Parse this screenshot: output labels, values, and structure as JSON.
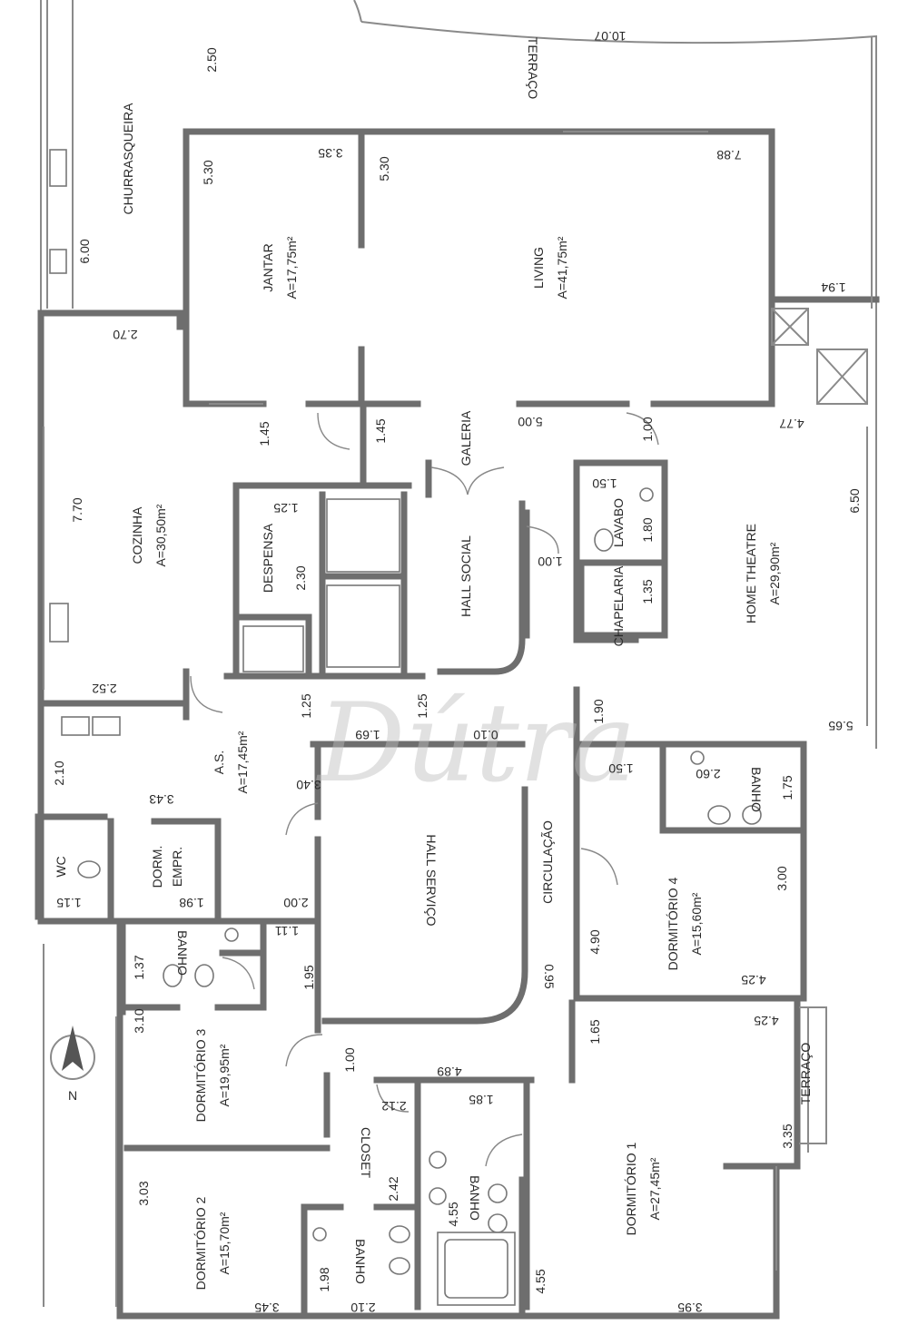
{
  "rooms": [
    {
      "id": "terraco_top",
      "name": "TERRAÇO"
    },
    {
      "id": "churrasqueira",
      "name": "CHURRASQUEIRA"
    },
    {
      "id": "jantar",
      "name": "JANTAR",
      "area": "A=17,75m²"
    },
    {
      "id": "living",
      "name": "LIVING",
      "area": "A=41,75m²"
    },
    {
      "id": "galeria",
      "name": "GALERIA"
    },
    {
      "id": "cozinha",
      "name": "COZINHA",
      "area": "A=30,50m²"
    },
    {
      "id": "despensa",
      "name": "DESPENSA"
    },
    {
      "id": "hall_social",
      "name": "HALL SOCIAL"
    },
    {
      "id": "lavabo",
      "name": "LAVABO"
    },
    {
      "id": "chapelaria",
      "name": "CHAPELARIA"
    },
    {
      "id": "home_theatre",
      "name": "HOME THEATRE",
      "area": "A=29,90m²"
    },
    {
      "id": "as",
      "name": "A.S.",
      "area": "A=17,45m²"
    },
    {
      "id": "wc",
      "name": "WC"
    },
    {
      "id": "dorm_empr",
      "name": "DORM.",
      "name2": "EMPR."
    },
    {
      "id": "hall_servico",
      "name": "HALL SERVIÇO"
    },
    {
      "id": "circulacao",
      "name": "CIRCULAÇÃO"
    },
    {
      "id": "banho_4",
      "name": "BANHO"
    },
    {
      "id": "dormitorio_4",
      "name": "DORMITÓRIO 4",
      "area": "A=15,60m²"
    },
    {
      "id": "banho_3",
      "name": "BANHO"
    },
    {
      "id": "dormitorio_3",
      "name": "DORMITÓRIO 3",
      "area": "A=19,95m²"
    },
    {
      "id": "closet",
      "name": "CLOSET"
    },
    {
      "id": "banho_1",
      "name": "BANHO"
    },
    {
      "id": "dormitorio_1",
      "name": "DORMITÓRIO 1",
      "area": "A=27,45m²"
    },
    {
      "id": "terraco_small",
      "name": "TERRAÇO"
    },
    {
      "id": "dormitorio_2",
      "name": "DORMITÓRIO 2",
      "area": "A=15,70m²"
    },
    {
      "id": "banho_2",
      "name": "BANHO"
    }
  ],
  "dimensions": [
    "10.07",
    "2.50",
    "3.35",
    "5.30",
    "5.30",
    "7.88",
    "6.00",
    "1.94",
    "2.70",
    "1.45",
    "1.45",
    "5.00",
    "1.00",
    "4.77",
    "7.70",
    "1.25",
    "1.50",
    "2.30",
    "1.00",
    "1.80",
    "6.50",
    "1.35",
    "2.52",
    "1.25",
    "1.25",
    "1.69",
    "0.10",
    "1.90",
    "5.65",
    "2.10",
    "3.43",
    "3.40",
    "1.50",
    "2.60",
    "1.75",
    "3.00",
    "1.15",
    "1.98",
    "2.00",
    "4.90",
    "1.37",
    "1.11",
    "1.95",
    "0.95",
    "4.25",
    "4.25",
    "3.10",
    "1.00",
    "1.65",
    "4.89",
    "2.12",
    "1.85",
    "3.35",
    "3.03",
    "2.42",
    "4.55",
    "1.98",
    "3.45",
    "2.10",
    "4.55",
    "3.95"
  ],
  "compass": {
    "label": "N"
  },
  "watermark": {
    "text": "Dútra"
  }
}
